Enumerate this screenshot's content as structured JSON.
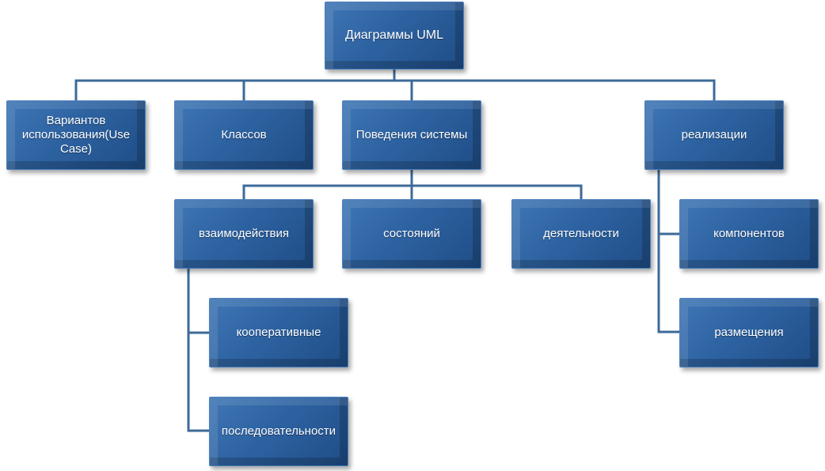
{
  "diagram": {
    "root": "Диаграммы UML",
    "use_case": "Вариантов использования(Use Case)",
    "classes": "Классов",
    "behavior": "Поведения системы",
    "implementation": "реализации",
    "interaction": "взаимодействия",
    "states": "состояний",
    "activity": "деятельности",
    "components": "компонентов",
    "cooperative": "кооперативные",
    "sequence": "последовательности",
    "deployment": "размещения"
  },
  "colors": {
    "node_fill": "#2d62a1",
    "connector": "#3c6a98",
    "text": "#ffffff"
  }
}
